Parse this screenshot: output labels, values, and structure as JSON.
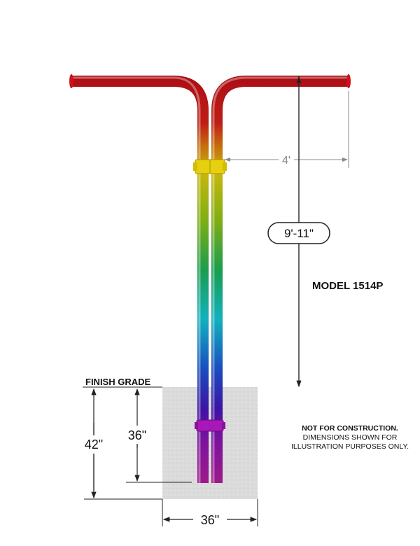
{
  "model_label": "MODEL 1514P",
  "dimensions": {
    "arm_reach": "4'",
    "pole_height": "9'-11\"",
    "footing_depth": "42\"",
    "post_embed": "36\"",
    "footing_width": "36\""
  },
  "finish_grade_label": "FINISH GRADE",
  "disclaimer": {
    "line1": "NOT FOR CONSTRUCTION.",
    "line2": "DIMENSIONS SHOWN FOR",
    "line3": "ILLUSTRATION PURPOSES ONLY."
  },
  "colors": {
    "dimension_line": "#888888",
    "concrete": "#d8d8d8",
    "text": "#111111"
  }
}
